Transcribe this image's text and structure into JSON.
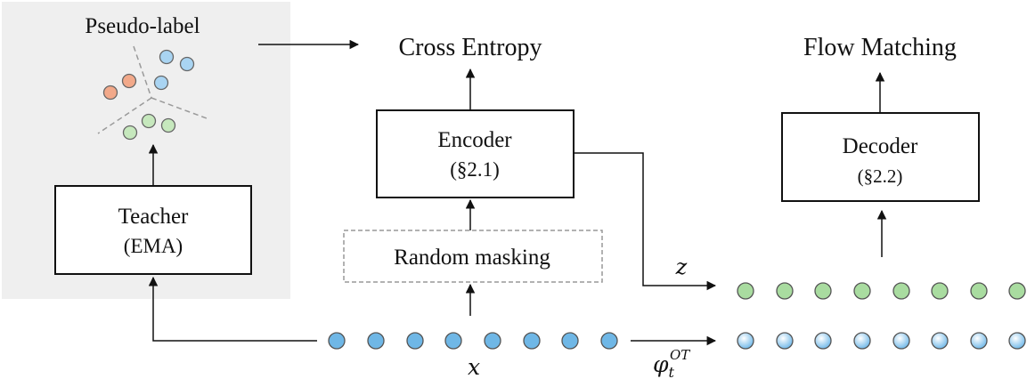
{
  "teacher": {
    "title": "Teacher",
    "subtitle": "(EMA)",
    "pseudo_label": "Pseudo-label"
  },
  "encoder": {
    "title": "Encoder",
    "subtitle": "(§2.1)"
  },
  "decoder": {
    "title": "Decoder",
    "subtitle": "(§2.2)"
  },
  "masking": {
    "label": "Random masking"
  },
  "objectives": {
    "cross_entropy": "Cross Entropy",
    "flow_matching": "Flow Matching"
  },
  "symbols": {
    "x": "x",
    "z": "z",
    "phi": "φ",
    "phi_sub": "t",
    "phi_sup": "OT"
  },
  "colors": {
    "panel_bg": "#efefef",
    "token_blue": "#6fb7e6",
    "token_green": "#a9dca0",
    "cluster_orange": "#f2a98a",
    "cluster_blue": "#a9d4f2",
    "cluster_green": "#c6e8bd",
    "stroke": "#111111",
    "dash_gray": "#9a9a9a"
  }
}
